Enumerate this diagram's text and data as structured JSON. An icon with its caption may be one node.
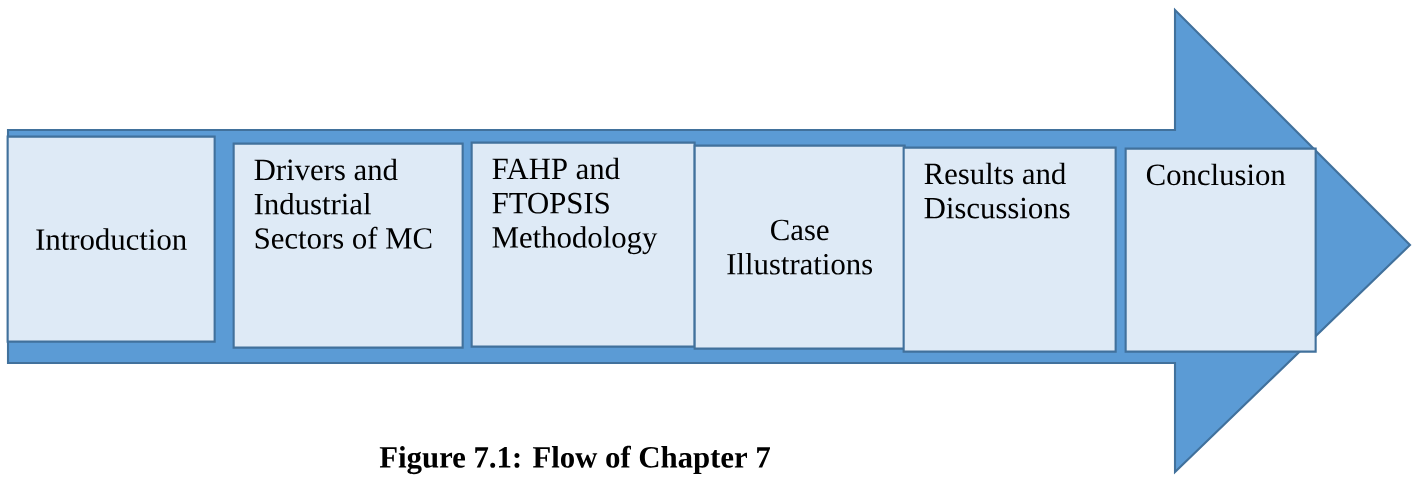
{
  "diagram": {
    "caption": "Figure 7.1: Flow of Chapter 7",
    "nodes": [
      {
        "text": [],
        "shape": "arrow"
      },
      {
        "text": [
          "Introduction"
        ],
        "in": 0
      },
      {
        "text": [
          "Drivers and Industrial Sectors of MC"
        ],
        "in": 0
      },
      {
        "text": [
          "FAHP and FTOPSIS Methodology"
        ],
        "in": 0
      },
      {
        "text": [
          "Case Illustrations"
        ],
        "in": 0
      },
      {
        "text": [
          "Results and Discussions"
        ],
        "in": 0
      },
      {
        "text": [
          "Conclusion"
        ],
        "in": 0
      }
    ]
  }
}
